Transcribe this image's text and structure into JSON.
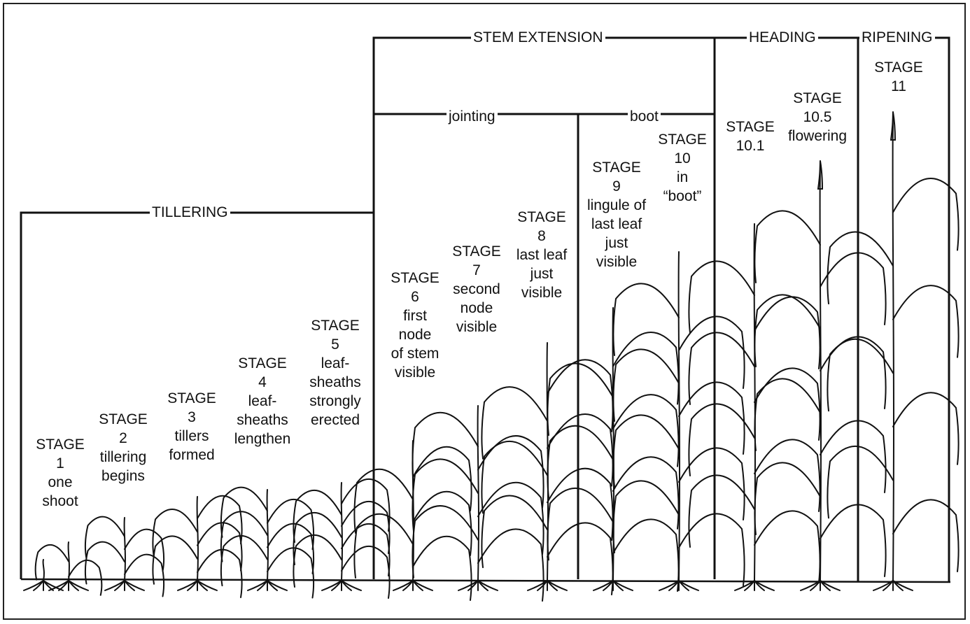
{
  "phases": {
    "tillering": "TILLERING",
    "stem_extension": "STEM EXTENSION",
    "jointing": "jointing",
    "boot": "boot",
    "heading": "HEADING",
    "ripening": "RIPENING"
  },
  "stages": [
    {
      "id": "1",
      "lines": [
        "STAGE",
        "1",
        "one",
        "shoot"
      ]
    },
    {
      "id": "2",
      "lines": [
        "STAGE",
        "2",
        "tillering",
        "begins"
      ]
    },
    {
      "id": "3",
      "lines": [
        "STAGE",
        "3",
        "tillers",
        "formed"
      ]
    },
    {
      "id": "4",
      "lines": [
        "STAGE",
        "4",
        "leaf-",
        "sheaths",
        "lengthen"
      ]
    },
    {
      "id": "5",
      "lines": [
        "STAGE",
        "5",
        "leaf-",
        "sheaths",
        "strongly",
        "erected"
      ]
    },
    {
      "id": "6",
      "lines": [
        "STAGE",
        "6",
        "first",
        "node",
        "of stem",
        "visible"
      ]
    },
    {
      "id": "7",
      "lines": [
        "STAGE",
        "7",
        "second",
        "node",
        "visible"
      ]
    },
    {
      "id": "8",
      "lines": [
        "STAGE",
        "8",
        "last leaf",
        "just",
        "visible"
      ]
    },
    {
      "id": "9",
      "lines": [
        "STAGE",
        "9",
        "lingule of",
        "last leaf",
        "just",
        "visible"
      ]
    },
    {
      "id": "10",
      "lines": [
        "STAGE",
        "10",
        "in",
        "“boot”"
      ]
    },
    {
      "id": "10.1",
      "lines": [
        "STAGE",
        "10.1"
      ]
    },
    {
      "id": "10.5",
      "lines": [
        "STAGE",
        "10.5",
        "flowering"
      ]
    },
    {
      "id": "11",
      "lines": [
        "STAGE",
        "11"
      ]
    }
  ]
}
